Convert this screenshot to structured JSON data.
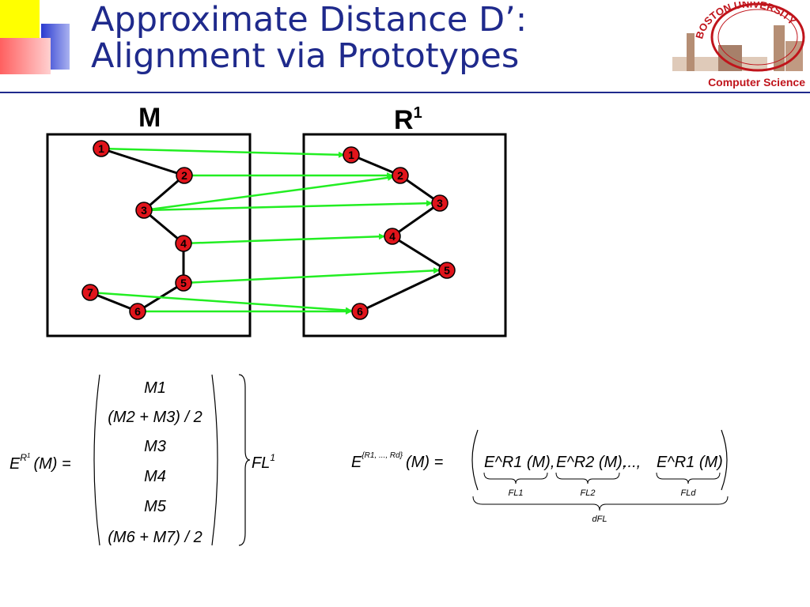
{
  "slide": {
    "title_line1": "Approximate Distance D’:",
    "title_line2": "Alignment via Prototypes"
  },
  "logo": {
    "text": "BOSTON UNIVERSITY",
    "department": "Computer Science"
  },
  "diagram": {
    "left_label": "M",
    "right_label": "R",
    "right_label_sup": "1",
    "left_nodes": [
      "1",
      "2",
      "3",
      "4",
      "5",
      "6",
      "7"
    ],
    "right_nodes": [
      "1",
      "2",
      "3",
      "4",
      "5",
      "6"
    ]
  },
  "equation1": {
    "lhs": "E",
    "lhs_sup_base": "R",
    "lhs_sup_sub": "1",
    "arg": "(M) =",
    "rows": [
      "M1",
      "(M2 + M3) / 2",
      "M3",
      "M4",
      "M5",
      "(M6 + M7) / 2"
    ],
    "label": "FL",
    "label_sup": "1"
  },
  "equation2": {
    "lhs": "E",
    "lhs_sup": "{R1, ..., Rd}",
    "arg": "(M) =",
    "terms": [
      "E^R1 (M),",
      "E^R2 (M),",
      "..., ",
      "E^R1 (M)"
    ],
    "underbraces": [
      "FL1",
      "FL2",
      "FLd"
    ],
    "overall": "dFL"
  },
  "colors": {
    "title": "#1f2a8c",
    "node_fill": "#e0141b",
    "arrow": "#22ee22",
    "department": "#c0141b"
  }
}
